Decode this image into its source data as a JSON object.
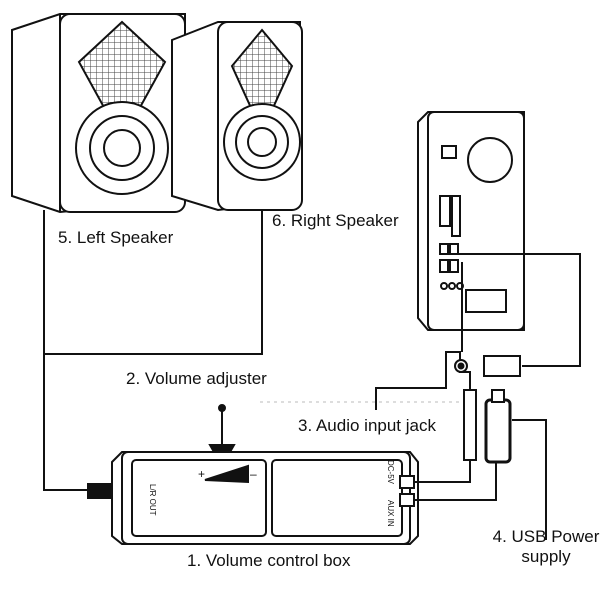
{
  "labels": {
    "left_speaker": "5. Left Speaker",
    "right_speaker": "6. Right Speaker",
    "volume_adjuster": "2. Volume adjuster",
    "audio_input_jack": "3. Audio input jack",
    "usb_power_line1": "4. USB Power",
    "usb_power_line2": "supply",
    "volume_control_box": "1. Volume control box"
  },
  "device_text": {
    "lr_out": "L/R OUT",
    "dc_5v": "DC-5V",
    "aux_in": "AUX IN",
    "plus": "+",
    "minus": "–"
  },
  "colors": {
    "stroke": "#111111",
    "fill": "#ffffff",
    "grille": "#444444"
  }
}
